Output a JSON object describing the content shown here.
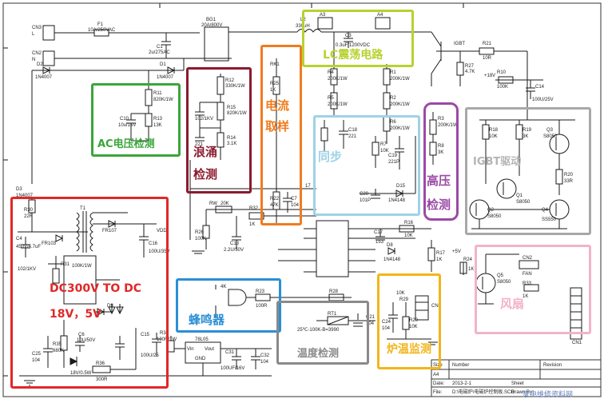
{
  "colors": {
    "green": "#3aa63a",
    "darkred": "#8b1a2e",
    "orange": "#f07b1e",
    "lime": "#b7d230",
    "skyblue": "#9fd2e6",
    "purple": "#9b4aa6",
    "gray": "#a8a8a8",
    "red": "#e02828",
    "blue": "#2a8fd6",
    "darkgray": "#8a8a8a",
    "yellow": "#f2b51b",
    "pink": "#f2b3c8"
  },
  "sections": {
    "ac_voltage": "AC电压检测",
    "surge": "浪涌",
    "surge2": "检测",
    "current": "电流",
    "current2": "取样",
    "lc_resonance": "LC震荡电路",
    "sync": "同步",
    "high_voltage": "高压",
    "high_voltage2": "检测",
    "igbt_drive": "IGBT驱动",
    "dc_convert": "DC300V TO DC",
    "dc_convert2": "18V，5V",
    "buzzer": "蜂鸣器",
    "temp_detect": "温度检测",
    "stove_temp": "炉温监测",
    "fan": "风扇"
  },
  "components": {
    "cn3": "CN3",
    "cn2l": "CN2",
    "l_lbl": "L",
    "n_lbl": "N",
    "f1": "F1",
    "f1v": "10A/250VAC",
    "bg1": "BG1",
    "bg1v": "20A/800V",
    "l2": "L2",
    "l2v": "330uH",
    "a3": "A3",
    "a4": "A4",
    "c1": "C1",
    "c1v": "2u/275AC",
    "c3": "C3",
    "c3v": "0.3uF/1200VDC",
    "igbt": "IGBT",
    "r21": "R21",
    "r21v": "10R",
    "r27": "R27",
    "r27v": "4.7K",
    "d2": "D2",
    "d2v": "1N4007",
    "d1": "D1",
    "d1v": "1N4007",
    "rk1": "RK1",
    "r25": "R25",
    "r25v": "1K",
    "r11": "R11",
    "r11v": "820K/1W",
    "r13": "R13",
    "r13v": "13K",
    "c10": "C10",
    "c10v": "10u/16V",
    "r12": "R12",
    "r12v": "330K/1W",
    "r15": "R15",
    "r15v": "820K/1W",
    "r14": "R14",
    "r14v": "3.1K",
    "c9v": "102/1KV",
    "c11v": "221",
    "r4": "R4",
    "r4v": "200K/1W",
    "r1": "R1",
    "r1v": "200K/1W",
    "r5": "R5",
    "r5v": "200K/1W",
    "r2": "R2",
    "r2v": "200K/1W",
    "r6": "R6",
    "r6v": "200K/1W",
    "r3": "R3",
    "r3v": "200K/1W",
    "r8": "R8",
    "r8v": "3K",
    "r10": "R10",
    "r10v": "100K",
    "c14": "C14",
    "c14v": "100U/25V",
    "v18": "+18V",
    "r18": "R18",
    "r18v": "10K",
    "r19": "R19",
    "r19v": "3K",
    "q3": "Q3",
    "q3v": "S8050",
    "r20": "R20",
    "r20v": "33R",
    "q1": "Q1",
    "q1v": "S8050",
    "q2": "Q2",
    "q2v": "S8050",
    "q4": "Q4",
    "q4v": "SS550",
    "c18": "C18",
    "c18v": "221",
    "r7": "R7",
    "r7v": "10K",
    "c19": "C19",
    "c19v": "221P",
    "c20": "C20",
    "c20v": "101P",
    "d15": "D15",
    "d15v": "1N4148",
    "r22": "R22",
    "r22v": "47K",
    "c7": "C7",
    "c7v": "104",
    "d3": "D3",
    "d3v": "1N4007",
    "r30": "R30",
    "r30v": "22R",
    "t1": "T1",
    "c4": "C4",
    "c4v": "450V/4.7uF",
    "fr103": "FR103",
    "fr107": "FR107",
    "vdd": "VDD",
    "c16": "C16",
    "c16v": "100U/35V",
    "r31": "R31",
    "c5v": "102/1KV",
    "r100k": "100K/1W",
    "c6": "C6",
    "c6v": "10U/50V",
    "r35": "R35",
    "r35v": "680K",
    "z18": "18V/0.5W",
    "r36": "R36",
    "r36v": "300R",
    "c25": "C25",
    "c25v": "104",
    "d9": "D9",
    "c15": "C15",
    "c15v": "100U/25",
    "r34": "R34",
    "r34v": "100R/1W",
    "ic7805": "78L05",
    "vin": "Vin",
    "vout": "Vout",
    "gnd": "GND",
    "c32": "C32",
    "c32v": "104",
    "c31": "C31",
    "c31v": "100UF/16V",
    "rw": "RW",
    "rw2": "20K",
    "r32": "R32",
    "r32v": "1K",
    "r26": "R26",
    "r26v": "100K",
    "c13": "C13",
    "c13v": "2.2U/50V",
    "c17": "C17",
    "c17v": "153",
    "r16": "R16",
    "r16v": "10K",
    "d8": "D8",
    "d8v": "1N4148",
    "r17": "R17",
    "r17v": "1K",
    "r24": "R24",
    "r24v": "1K",
    "q5": "Q5",
    "q5v": "S8050",
    "cn2": "CN2",
    "fan_lbl": "FAN",
    "r33": "R33",
    "r33v": "1K",
    "r23": "R23",
    "r23v": "100R",
    "r9v": "4K",
    "r28": "R28",
    "rt1": "RT1",
    "rt1v": "25℃-100K-B=3990",
    "c21": "C21",
    "c21v": "104",
    "r29": "R29",
    "r29v": "10K",
    "c24": "C24",
    "c24v": "104",
    "r20k": "R20",
    "r20kv": "10K",
    "cn9": "CN9",
    "cn1": "CN1",
    "v5": "+5V",
    "pin17": "17",
    "title_size": "Size",
    "title_a4": "A4",
    "title_number": "Number",
    "title_rev": "Revision",
    "title_date": "Date:",
    "title_date_v": "2013-2-1",
    "title_file": "File:",
    "title_file_v": "D:\\电磁炉\\电磁炉控制板.SCH",
    "title_sheet": "Sheet",
    "title_drawn": "Drawn By:"
  },
  "watermark": "家电维修资料网"
}
